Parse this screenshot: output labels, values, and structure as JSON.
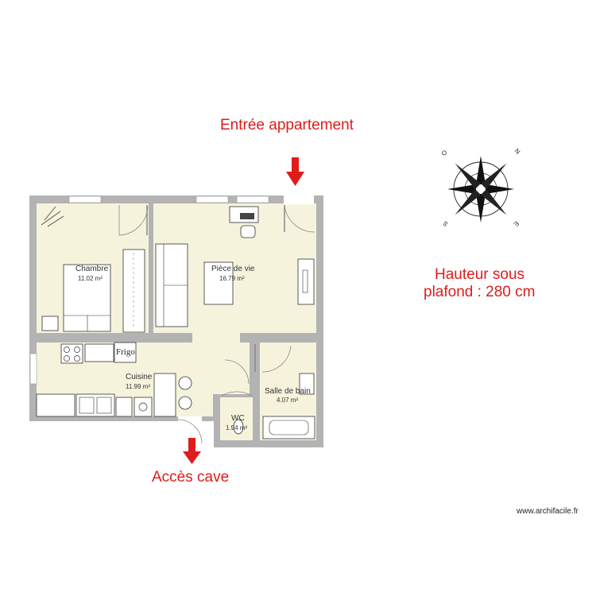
{
  "annotations": {
    "entry": "Entrée appartement",
    "cellar": "Accès cave",
    "ceiling_line1": "Hauteur sous",
    "ceiling_line2": "plafond : 280 cm",
    "watermark": "www.archifacile.fr"
  },
  "rooms": {
    "chambre": {
      "name": "Chambre",
      "area": "11.02 m²"
    },
    "piece_de_vie": {
      "name": "Pièce de vie",
      "area": "16.79 m²"
    },
    "cuisine": {
      "name": "Cuisine",
      "area": "11.99 m²"
    },
    "salle_de_bain": {
      "name": "Salle de bain",
      "area": "4.07 m²"
    },
    "wc": {
      "name": "WC",
      "area": "1.94 m²"
    }
  },
  "fixtures": {
    "fridge": "Frigo"
  },
  "compass": {
    "n": "N",
    "s": "S",
    "e": "E",
    "o": "O"
  },
  "colors": {
    "wall": "#b3b3b3",
    "floor": "#f6f3dd",
    "annotation": "#e01b1b",
    "arrow": "#e01b1b"
  }
}
